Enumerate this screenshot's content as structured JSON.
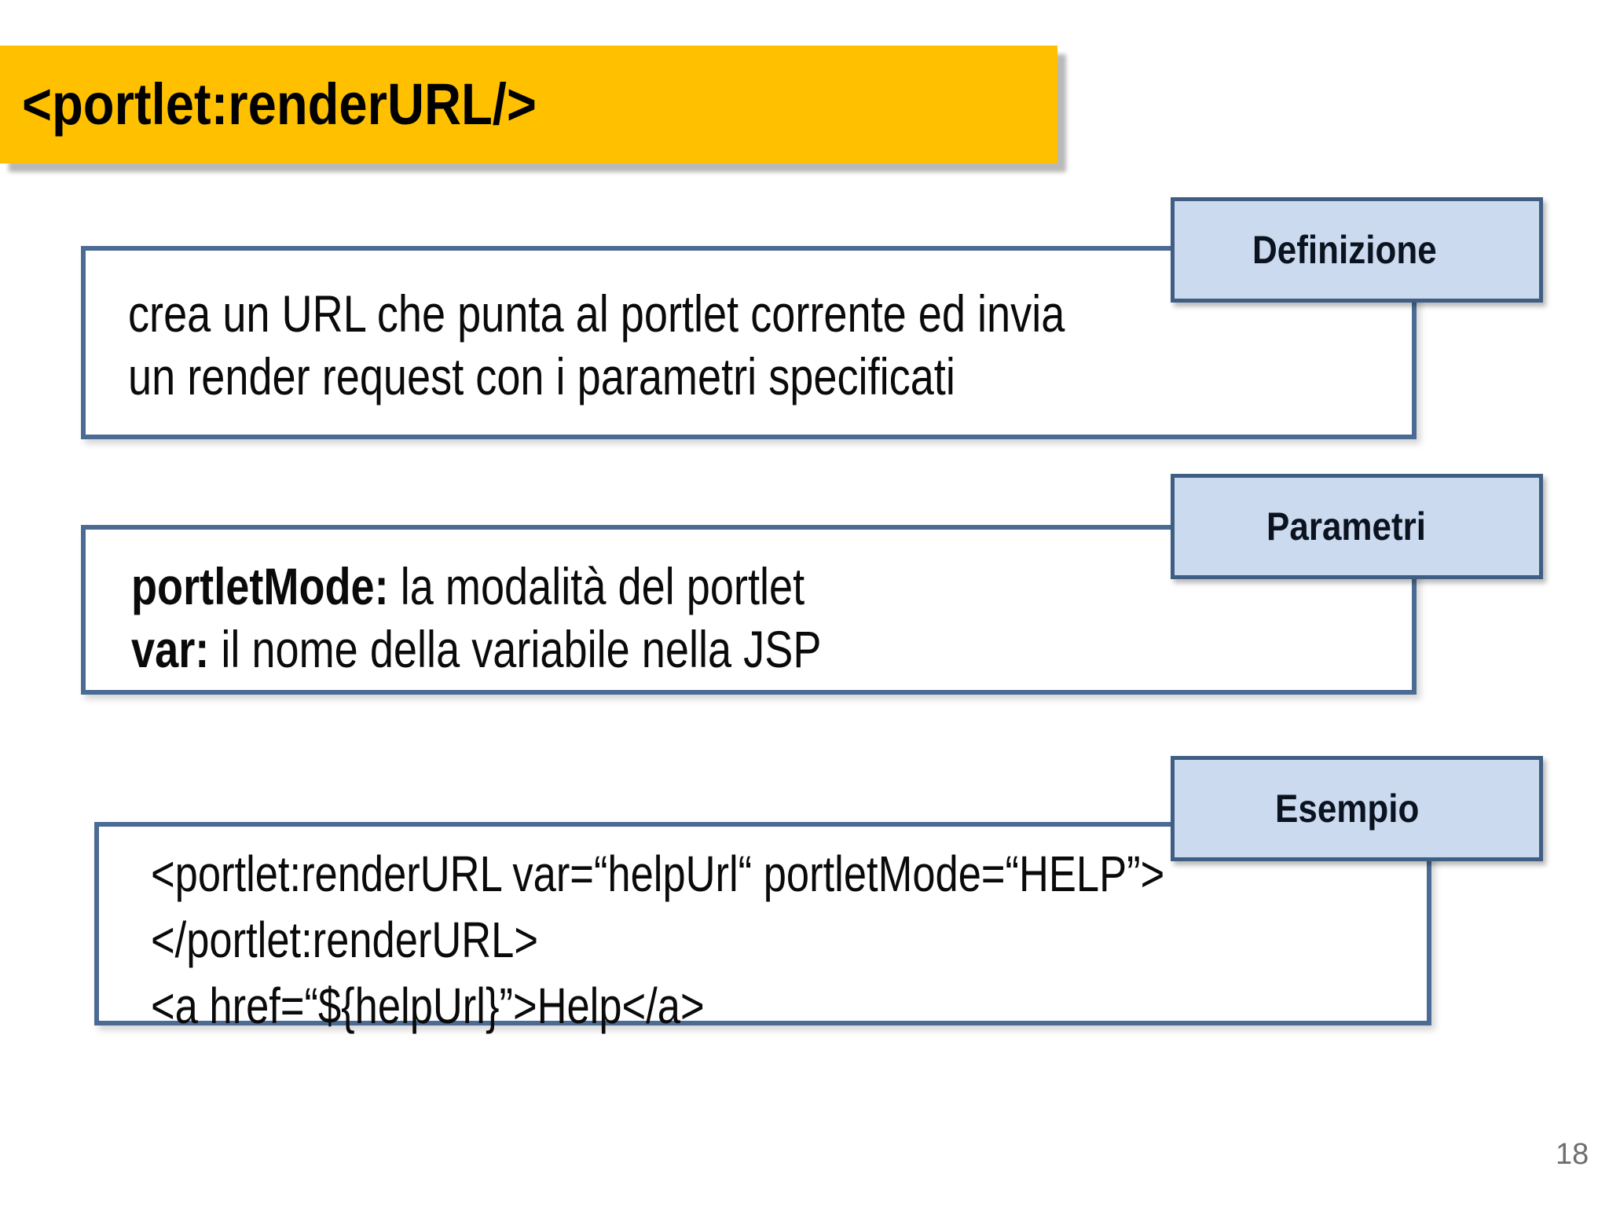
{
  "title": "<portlet:renderURL/>",
  "sections": [
    {
      "label": "Definizione",
      "lines": [
        "crea un URL che punta al portlet corrente ed invia",
        "un render request con i parametri specificati"
      ]
    },
    {
      "label": "Parametri",
      "params": [
        {
          "term": "portletMode:",
          "rest": " la modalità del portlet"
        },
        {
          "term": "var:",
          "rest": " il nome della variabile nella JSP"
        }
      ]
    },
    {
      "label": "Esempio",
      "code": [
        "<portlet:renderURL var=“helpUrl“ portletMode=“HELP”>",
        "</portlet:renderURL>",
        "<a href=“${helpUrl}”>Help</a>"
      ]
    }
  ],
  "page_number": "18",
  "colors": {
    "background": "#FFFFFF",
    "title_bg": "#FFC000",
    "label_fill": "#CBDAEE",
    "label_border": "#3F5E84",
    "content_border": "#4A6C94",
    "text": "#0A0A0A",
    "page_number": "#6E6E6E"
  }
}
